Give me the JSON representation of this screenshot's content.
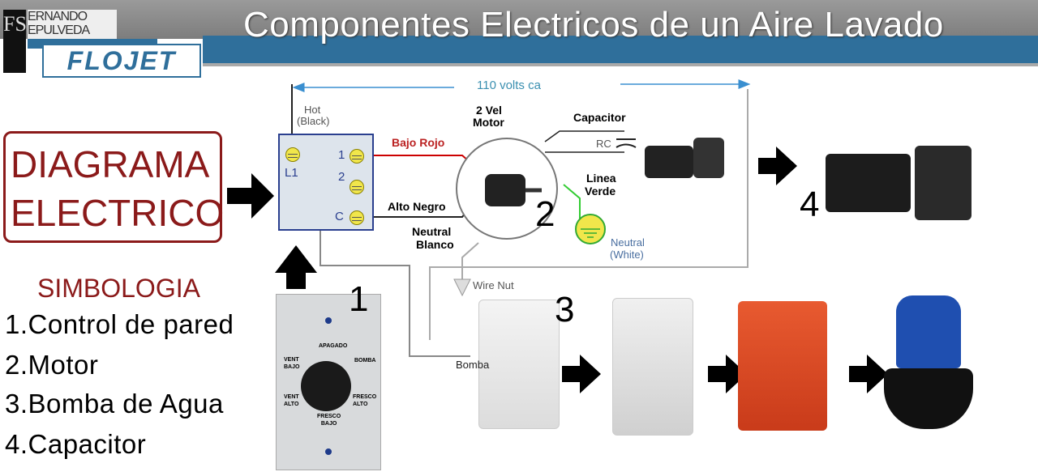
{
  "header": {
    "title": "Componentes Electricos de un Aire Lavado",
    "logo_monogram": "FS",
    "logo_name_line1": "ERNANDO",
    "logo_name_line2": "EPULVEDA",
    "brand": "FLOJET"
  },
  "diagrama": {
    "line1": "DIAGRAMA",
    "line2": "ELECTRICO"
  },
  "simbologia": {
    "title": "SIMBOLOGIA",
    "items": [
      "1.Control de pared",
      "2.Motor",
      "3.Bomba de Agua",
      "4.Capacitor"
    ]
  },
  "diagram": {
    "voltage": "110 volts ca",
    "hot": "Hot",
    "hot_sub": "(Black)",
    "terminals": {
      "l1": "L1",
      "t1": "1",
      "t2": "2",
      "tc": "C"
    },
    "bajo": "Bajo Rojo",
    "alto": "Alto Negro",
    "neutral_es": "Neutral",
    "neutral_es2": "Blanco",
    "motor1": "2 Vel",
    "motor2": "Motor",
    "capacitor": "Capacitor",
    "rc": "RC",
    "linea": "Linea",
    "verde": "Verde",
    "neutral_en": "Neutral",
    "neutral_en2": "(White)",
    "wire_nut": "Wire Nut",
    "bomba": "Bomba"
  },
  "numbers": {
    "n1": "1",
    "n2": "2",
    "n3": "3",
    "n4": "4"
  },
  "switch": {
    "apagado": "APAGADO",
    "vent_bajo_1": "VENT",
    "vent_bajo_2": "BAJO",
    "bomba": "BOMBA",
    "vent_alto_1": "VENT",
    "vent_alto_2": "ALTO",
    "fresco_alto_1": "FRESCO",
    "fresco_alto_2": "ALTO",
    "fresco_bajo_1": "FRESCO",
    "fresco_bajo_2": "BAJO"
  },
  "colors": {
    "accent": "#2f6f9b",
    "red": "#8b1a1a"
  }
}
